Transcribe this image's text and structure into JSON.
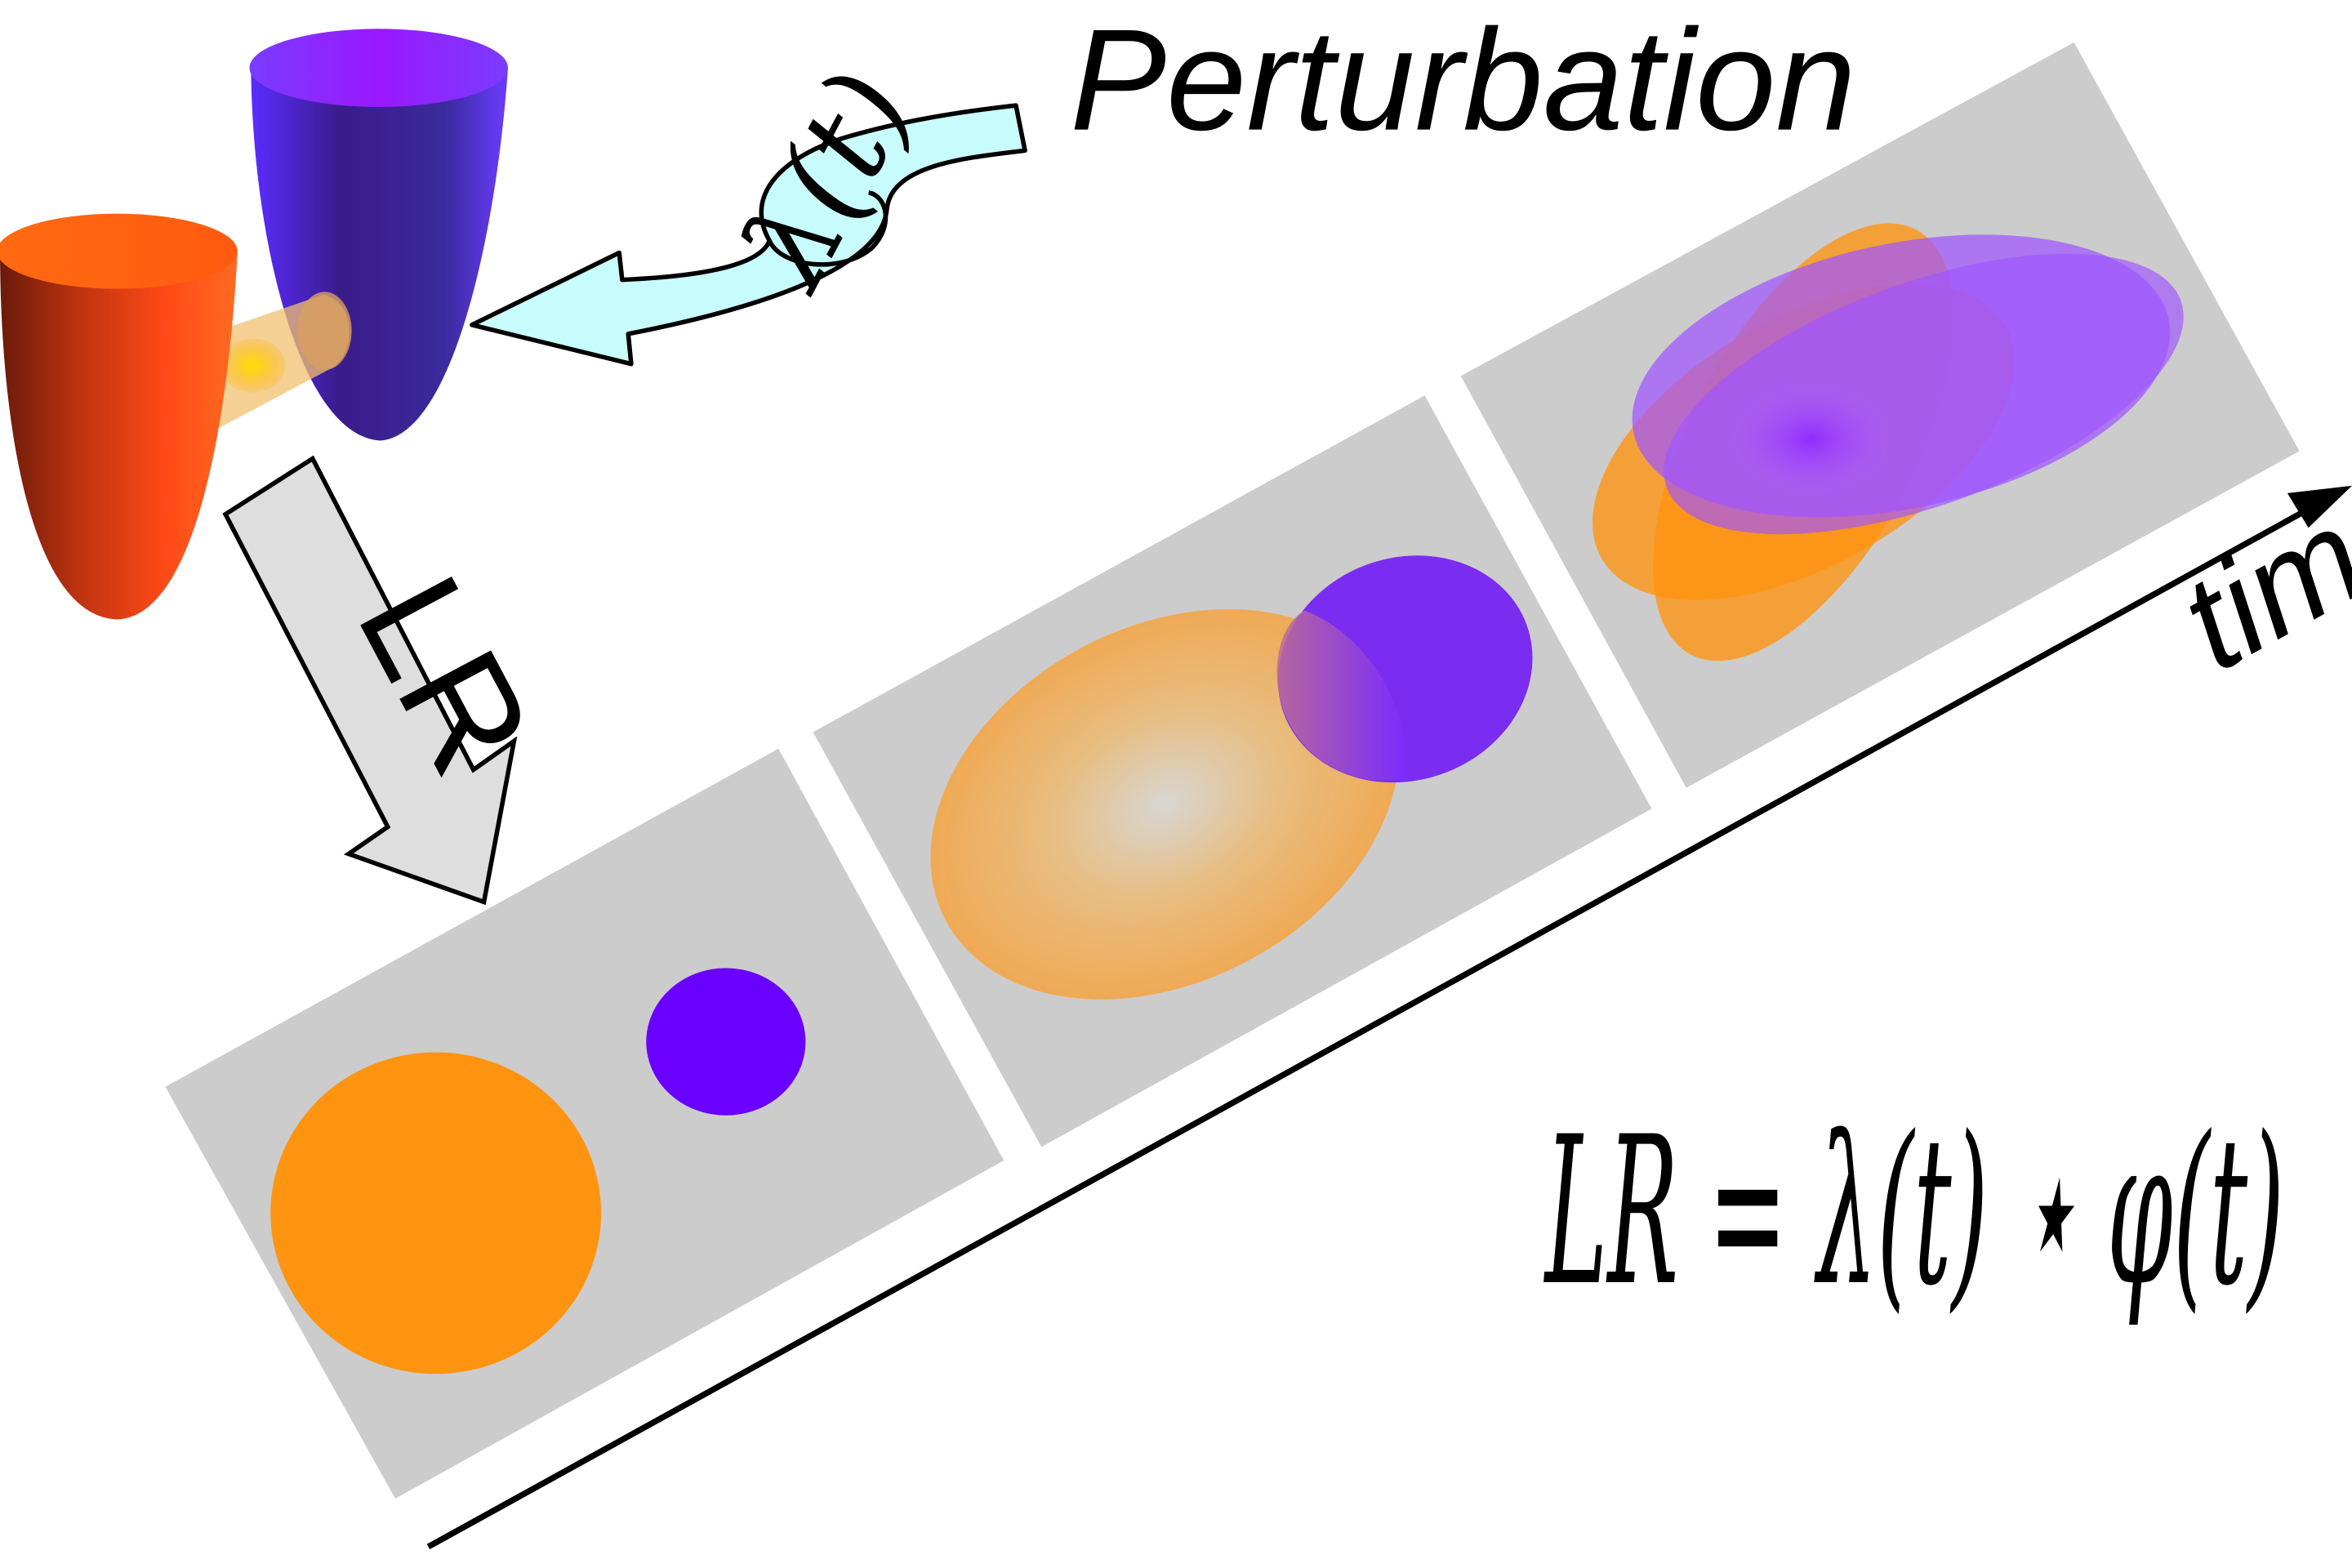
{
  "perturbation": {
    "label": "Perturbation",
    "symbol": "λ(t)"
  },
  "response_arrow": {
    "label": "LR"
  },
  "time_axis": {
    "label": "time"
  },
  "equation": {
    "text": "LR = λ(t) ⋆ φ(t)"
  },
  "colors": {
    "orange": "#ff9410",
    "purple": "#6a00ff",
    "panel_gray": "#cccccc",
    "perturbation_arrow": "#c8fcfc",
    "response_arrow": "#dedede",
    "well_red": "#ff4010",
    "well_purple": "#6a2cff"
  }
}
